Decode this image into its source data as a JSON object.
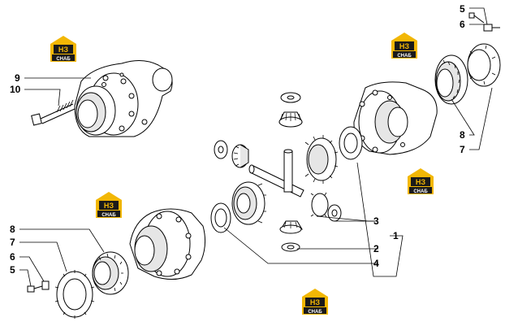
{
  "diagram": {
    "callouts": [
      {
        "id": "c5-top",
        "text": "5"
      },
      {
        "id": "c6-top",
        "text": "6"
      },
      {
        "id": "c9",
        "text": "9"
      },
      {
        "id": "c10",
        "text": "10"
      },
      {
        "id": "c8-right",
        "text": "8"
      },
      {
        "id": "c7-right",
        "text": "7"
      },
      {
        "id": "c3",
        "text": "3"
      },
      {
        "id": "c1",
        "text": "1"
      },
      {
        "id": "c2",
        "text": "2"
      },
      {
        "id": "c4",
        "text": "4"
      },
      {
        "id": "c8-left",
        "text": "8"
      },
      {
        "id": "c7-left",
        "text": "7"
      },
      {
        "id": "c6-left",
        "text": "6"
      },
      {
        "id": "c5-left",
        "text": "5"
      }
    ],
    "watermark": {
      "letters": "НЗ",
      "word": "СНАБ"
    },
    "colors": {
      "logo_yellow": "#f2b705",
      "logo_dark": "#1a1a1a",
      "line": "#000000",
      "shade": "#d9d9d9"
    }
  }
}
